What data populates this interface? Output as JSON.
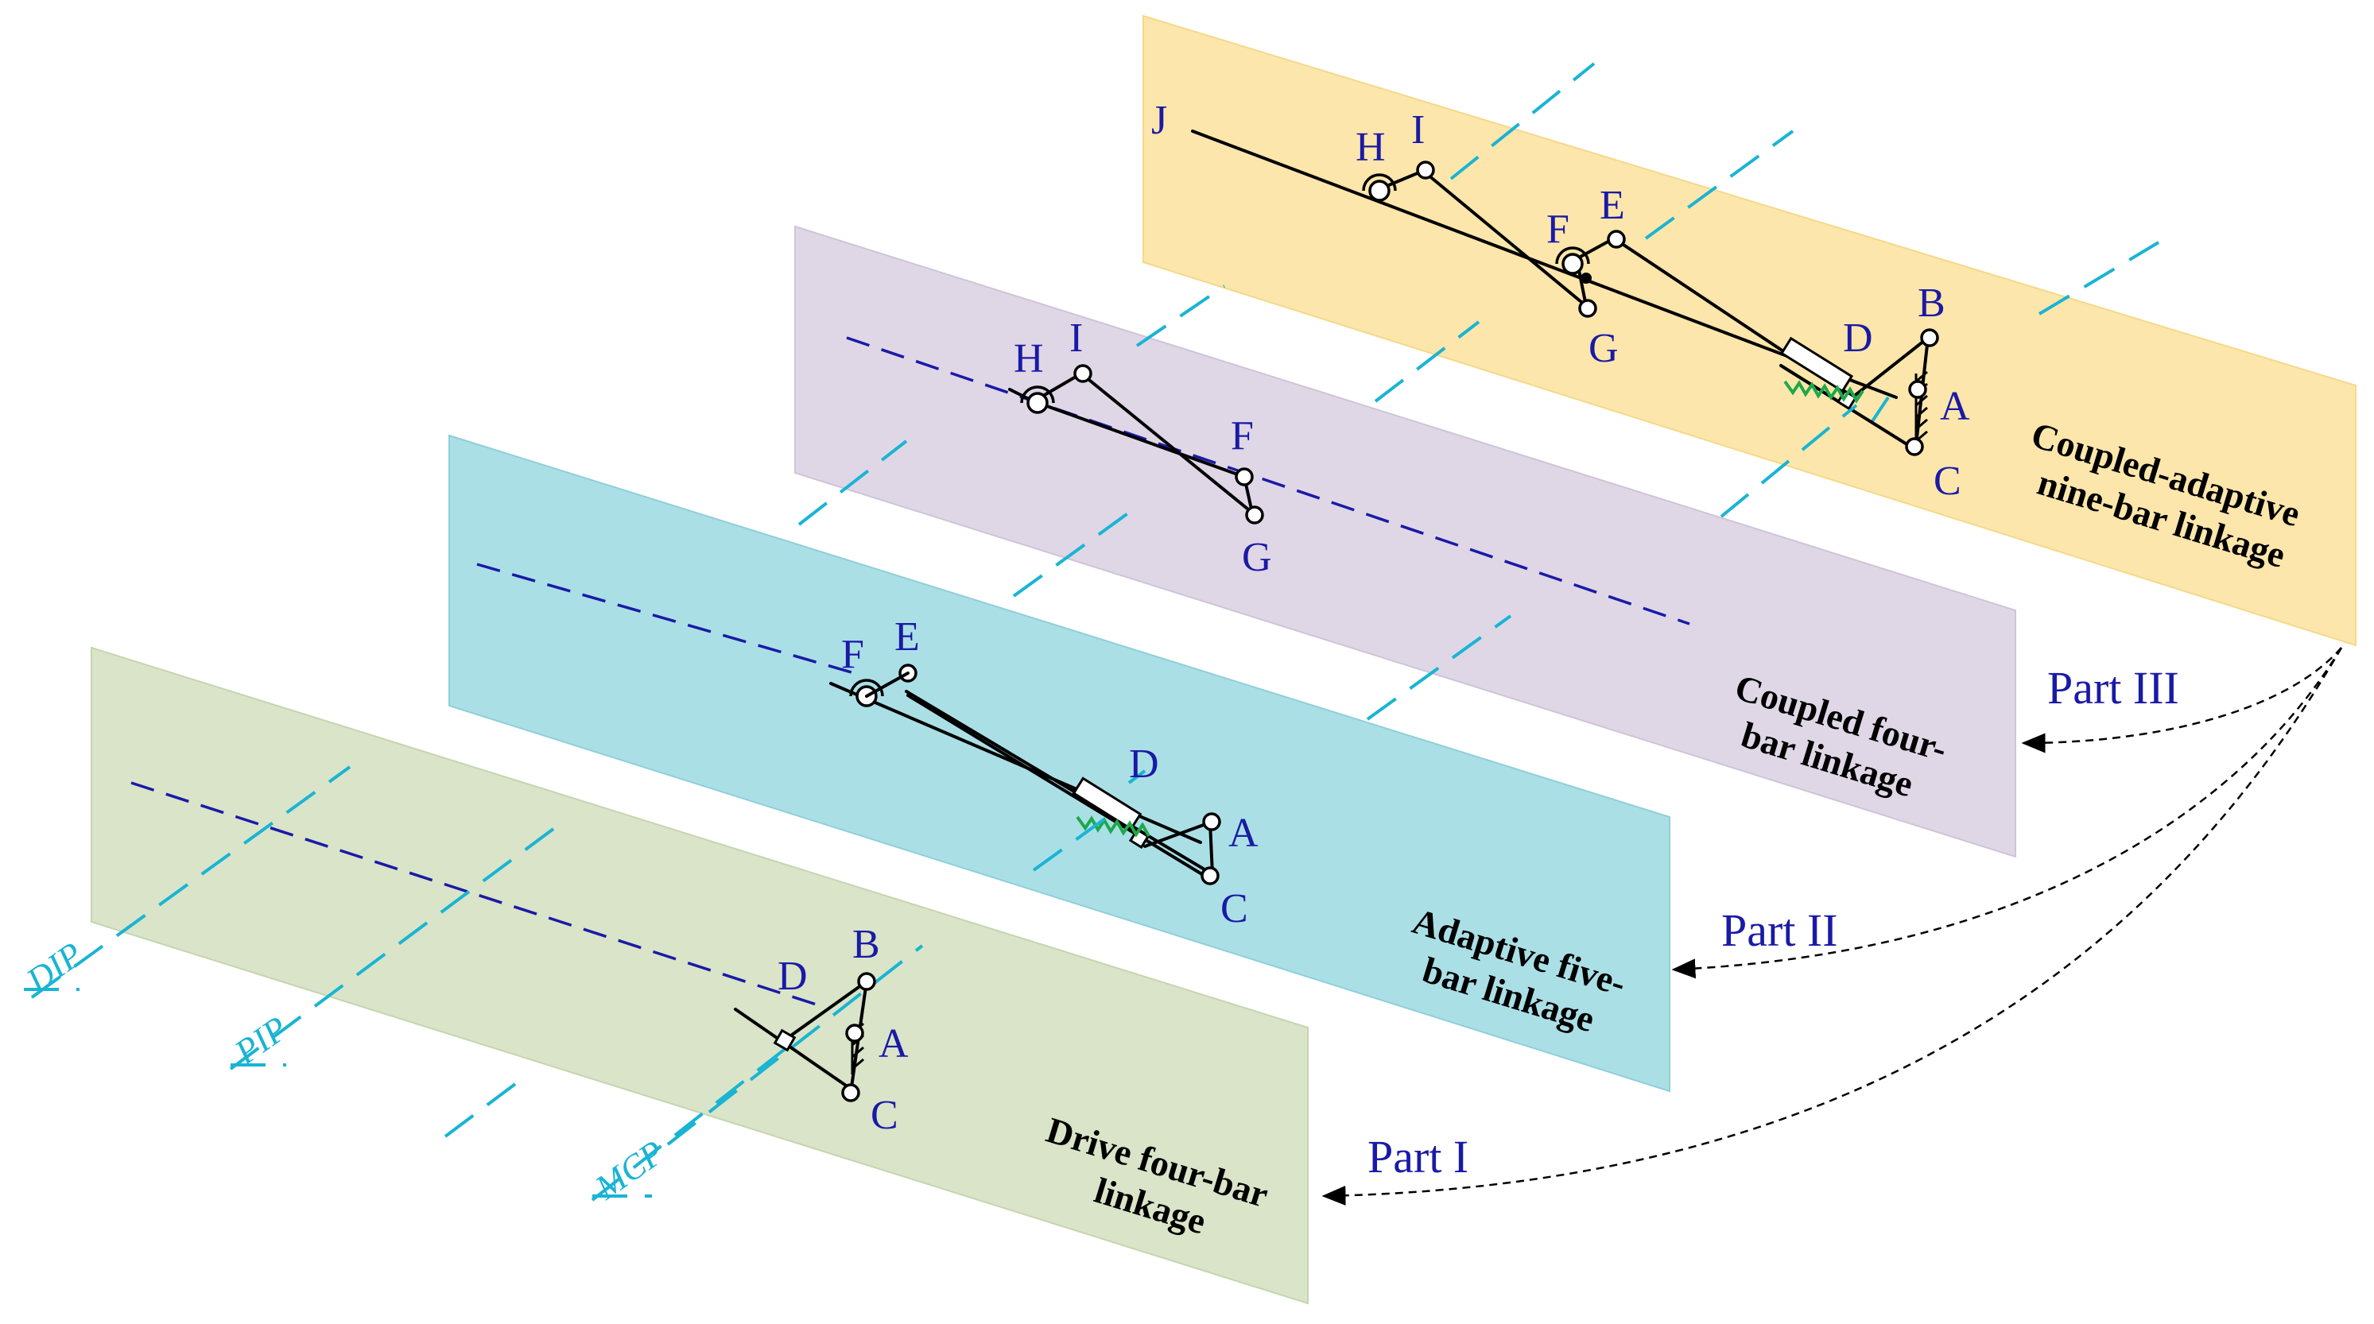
{
  "planes": {
    "drive": {
      "label_lines": [
        "Drive four-bar",
        "linkage"
      ],
      "color": "#d9e4c8"
    },
    "adaptive": {
      "label_lines": [
        "Adaptive five-",
        "bar linkage"
      ],
      "color": "#abdfe6"
    },
    "coupled": {
      "label_lines": [
        "Coupled four-",
        "bar linkage"
      ],
      "color": "#dfd7e6"
    },
    "nine": {
      "label_lines": [
        "Coupled-adaptive",
        "nine-bar linkage"
      ],
      "color": "#fce6ab"
    }
  },
  "axes": {
    "dip": "DIP",
    "pip": "PIP",
    "mcp": "MCP"
  },
  "parts": {
    "p1": "Part I",
    "p2": "Part II",
    "p3": "Part III"
  },
  "points": {
    "drive": {
      "A": "A",
      "B": "B",
      "C": "C",
      "D": "D"
    },
    "adaptive": {
      "A": "A",
      "C": "C",
      "D": "D",
      "E": "E",
      "F": "F"
    },
    "coupled": {
      "F": "F",
      "G": "G",
      "H": "H",
      "I": "I"
    },
    "nine": {
      "A": "A",
      "B": "B",
      "C": "C",
      "D": "D",
      "E": "E",
      "F": "F",
      "G": "G",
      "H": "H",
      "I": "I",
      "J": "J"
    }
  },
  "colors": {
    "axis": "#19b4d4",
    "label": "#1a1aa6",
    "spring": "#1fa84a"
  }
}
